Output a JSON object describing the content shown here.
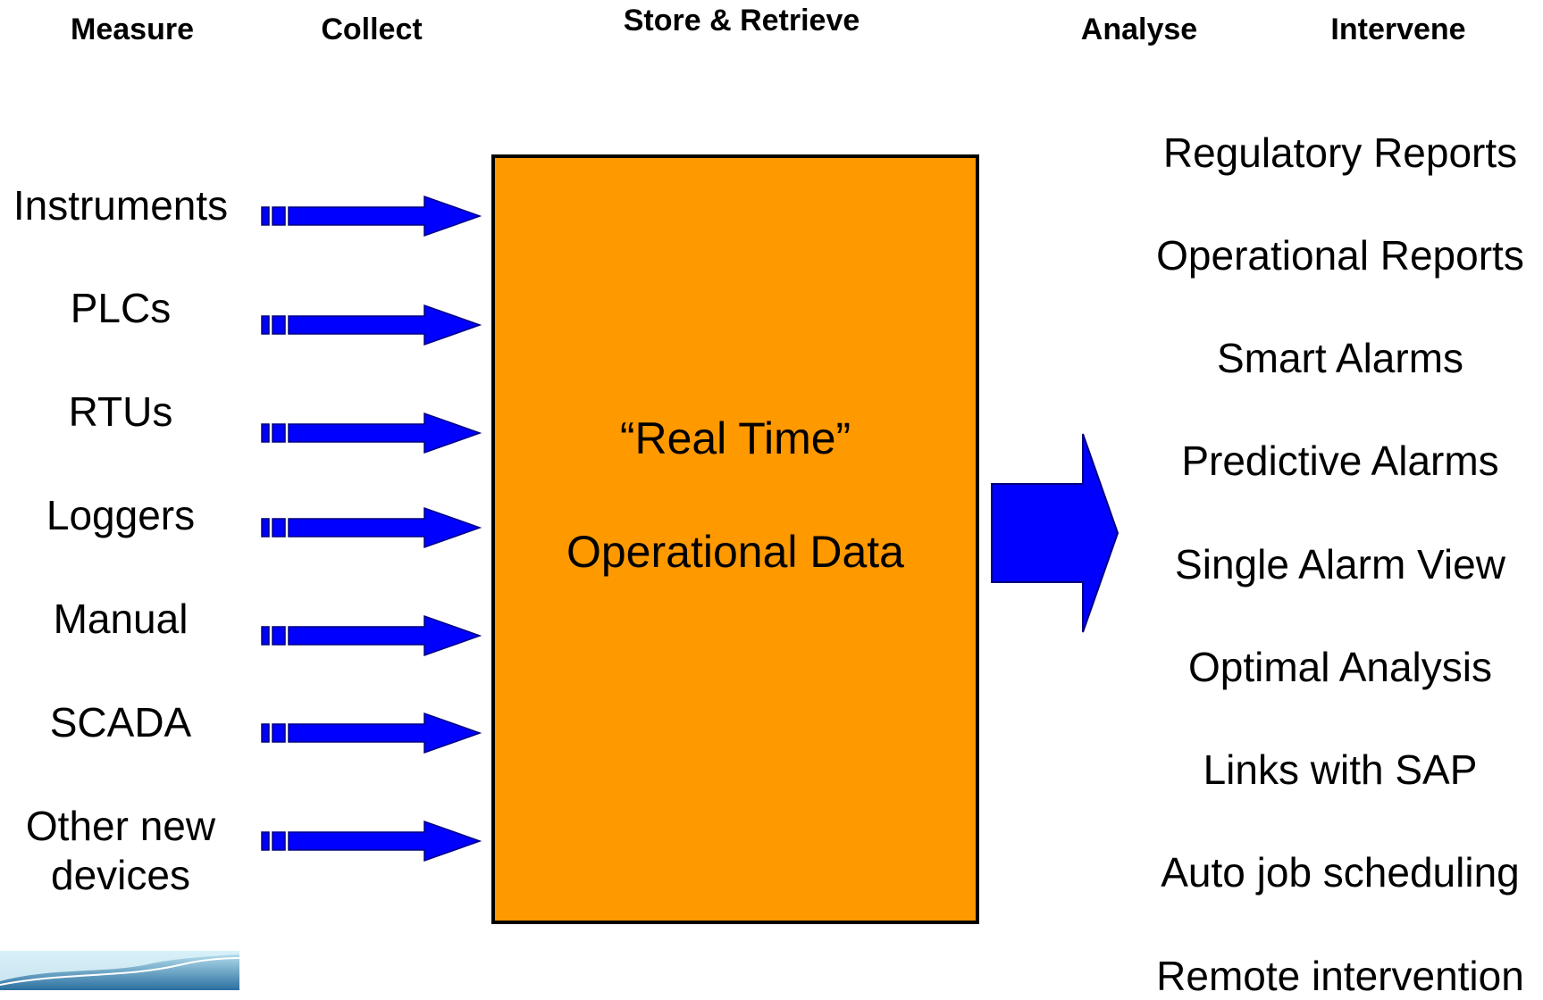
{
  "headers": {
    "measure": "Measure",
    "collect": "Collect",
    "store": "Store & Retrieve",
    "analyse": "Analyse",
    "intervene": "Intervene"
  },
  "sources": [
    "Instruments",
    "PLCs",
    "RTUs",
    "Loggers",
    "Manual",
    "SCADA",
    "Other new devices"
  ],
  "central_box": {
    "line1": "“Real Time”",
    "line2": "Operational Data"
  },
  "outputs": [
    "Regulatory Reports",
    "Operational Reports",
    "Smart Alarms",
    "Predictive Alarms",
    "Single Alarm View",
    "Optimal Analysis",
    "Links with SAP",
    "Auto job scheduling",
    "Remote intervention"
  ],
  "colors": {
    "box_fill": "#FF9900",
    "arrow_fill": "#0000FF",
    "arrow_stroke": "#000080"
  }
}
